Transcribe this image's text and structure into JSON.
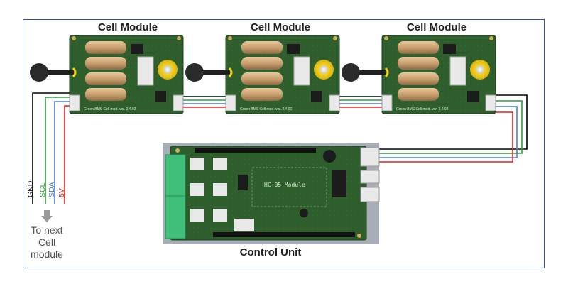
{
  "cell_modules": [
    {
      "title": "Cell Module",
      "pcb_silk": "Green BMS  Cell mod. ver. 2.4.02"
    },
    {
      "title": "Cell Module",
      "pcb_silk": "Green BMS  Cell mod. ver. 2.4.02"
    },
    {
      "title": "Cell Module",
      "pcb_silk": "Green BMS  Cell mod. ver. 2.4.02"
    }
  ],
  "control_unit": {
    "title": "Control Unit",
    "bt_module_label": "HC-05 Module"
  },
  "bus_wires": [
    {
      "label": "GND",
      "color": "#000000"
    },
    {
      "label": "SCL",
      "color": "#2e9e3a"
    },
    {
      "label": "SDA",
      "color": "#4a7fd0"
    },
    {
      "label": "5V",
      "color": "#e0201b"
    }
  ],
  "next_module": {
    "lines": [
      "To next",
      "Cell",
      "module"
    ],
    "arrow_icon": "down-arrow-icon"
  },
  "colors": {
    "pcb_green": "#2d5a2c",
    "frame_border": "#2f5597",
    "resistor_tan": "#c9a070",
    "capacitor_yellow": "#f1d21c",
    "probe_black": "#2a2a2a"
  }
}
